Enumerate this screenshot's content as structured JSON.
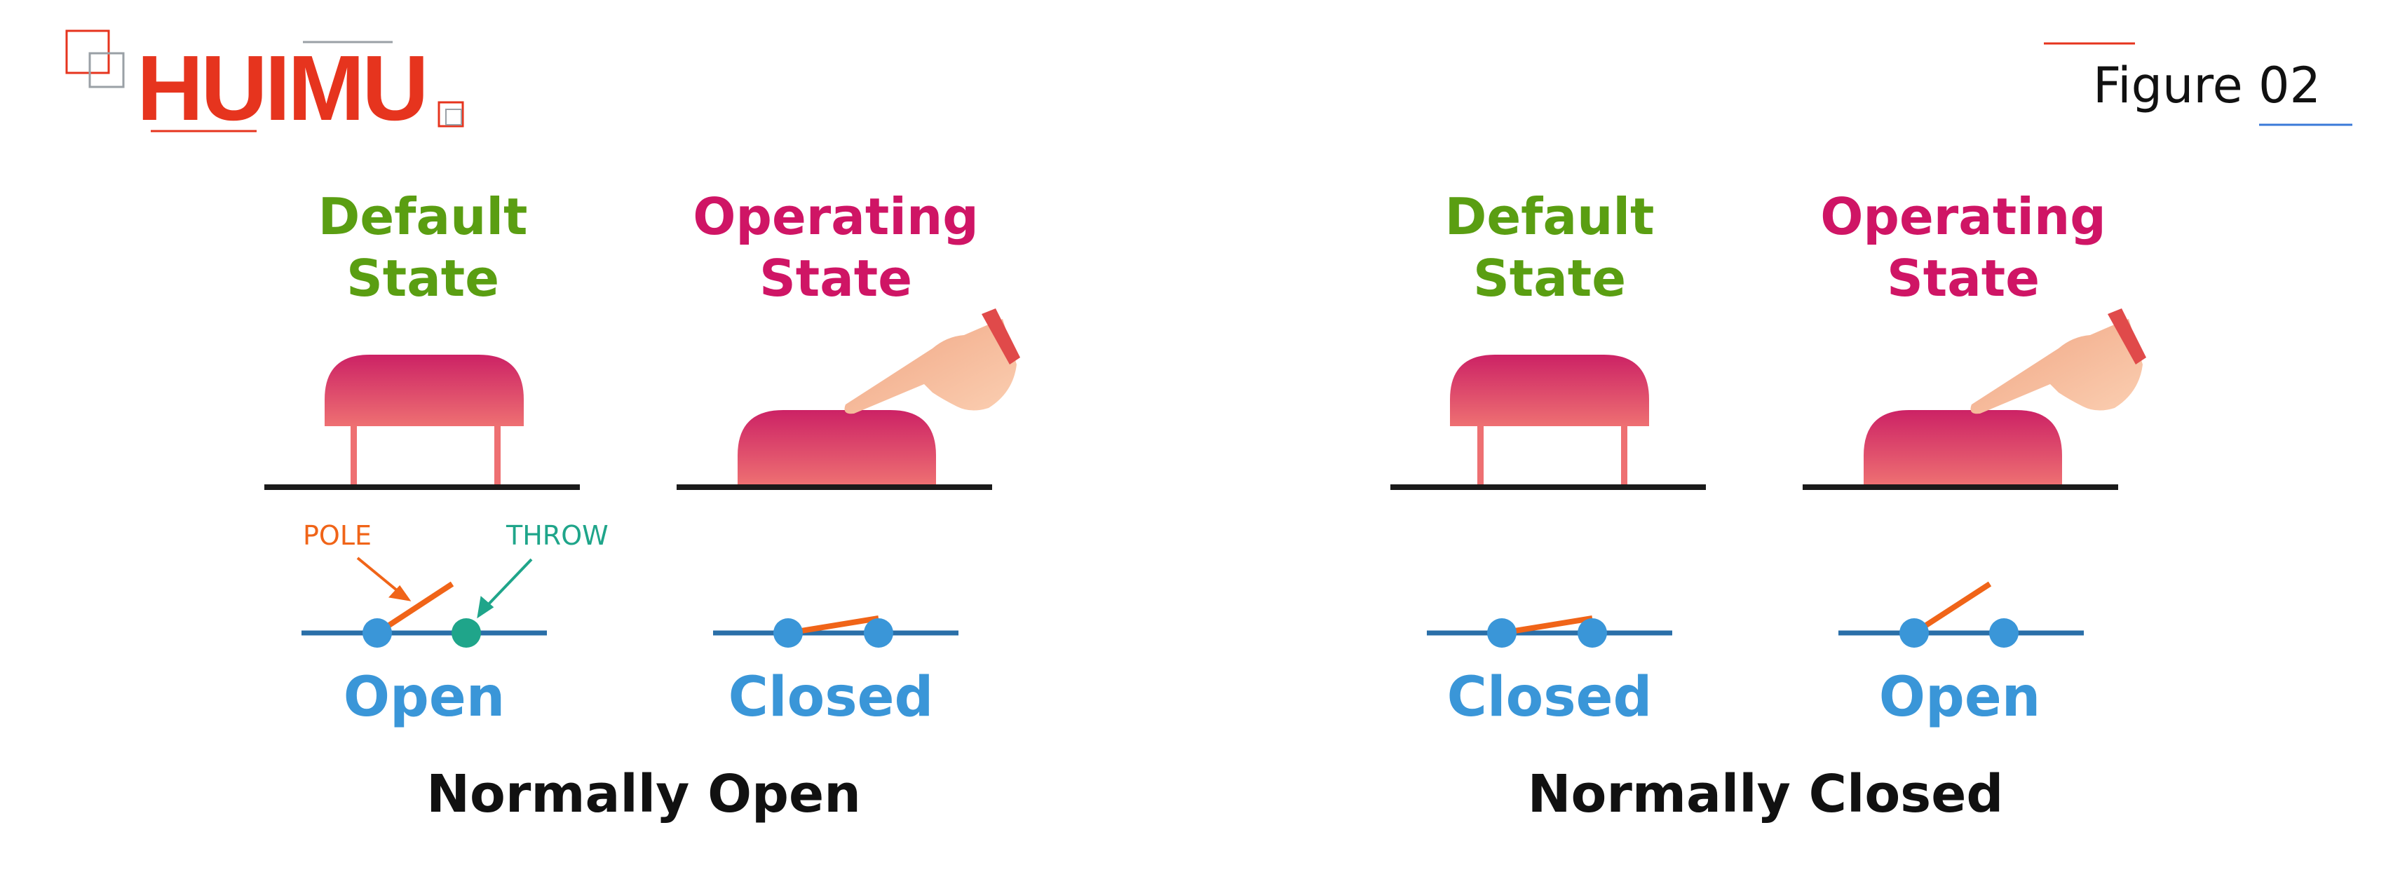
{
  "brand": {
    "logo_text": "HUIMU"
  },
  "figure_label": "Figure 02",
  "panels": [
    {
      "caption": "Normally Open",
      "default": {
        "title_line1": "Default",
        "title_line2": "State",
        "switch_state": "Open"
      },
      "operating": {
        "title_line1": "Operating",
        "title_line2": "State",
        "switch_state": "Closed"
      }
    },
    {
      "caption": "Normally Closed",
      "default": {
        "title_line1": "Default",
        "title_line2": "State",
        "switch_state": "Closed"
      },
      "operating": {
        "title_line1": "Operating",
        "title_line2": "State",
        "switch_state": "Open"
      }
    }
  ],
  "annotations": {
    "pole": "POLE",
    "throw": "THROW"
  },
  "colors": {
    "default_title": "#5a9e12",
    "operating_title": "#cf1565",
    "switch_state": "#3a96d8",
    "pole": "#f06418",
    "throw": "#1fa58a",
    "brand": "#e6341e"
  }
}
